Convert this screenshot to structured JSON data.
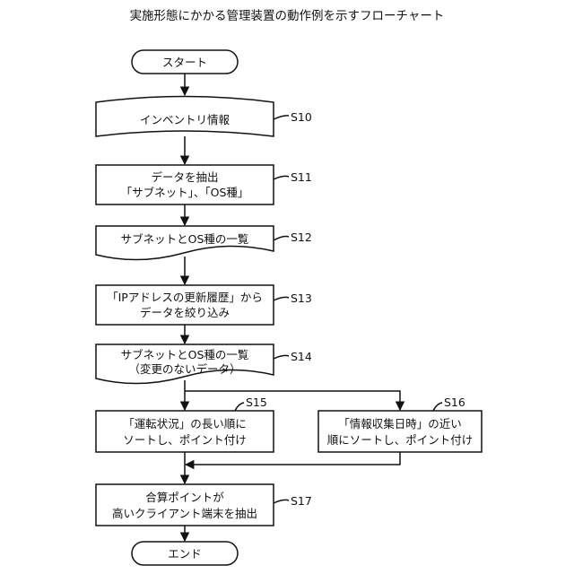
{
  "title": "実施形態にかかる管理装置の動作例を示すフローチャート",
  "nodes": {
    "start": {
      "label": "スタート"
    },
    "s10": {
      "label": "インベントリ情報",
      "step": "S10"
    },
    "s11": {
      "lines": [
        "データを抽出",
        "「サブネット」、「OS種」"
      ],
      "step": "S11"
    },
    "s12": {
      "label": "サブネットとOS種の一覧",
      "step": "S12"
    },
    "s13": {
      "lines": [
        "「IPアドレスの更新履歴」から",
        "データを絞り込み"
      ],
      "step": "S13"
    },
    "s14": {
      "lines": [
        "サブネットとOS種の一覧",
        "（変更のないデータ）"
      ],
      "step": "S14"
    },
    "s15": {
      "lines": [
        "「運転状況」の長い順に",
        "ソートし、ポイント付け"
      ],
      "step": "S15"
    },
    "s16": {
      "lines": [
        "「情報収集日時」の近い",
        "順にソートし、ポイント付け"
      ],
      "step": "S16"
    },
    "s17": {
      "lines": [
        "合算ポイントが",
        "高いクライアント端末を抽出"
      ],
      "step": "S17"
    },
    "end": {
      "label": "エンド"
    }
  }
}
